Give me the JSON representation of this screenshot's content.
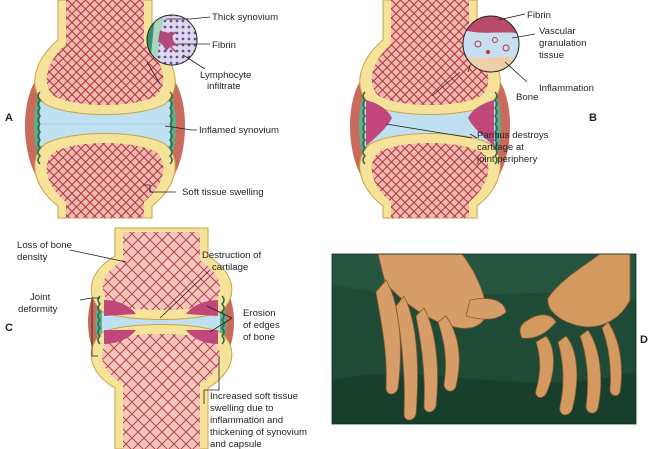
{
  "panels": {
    "a": "A",
    "b": "B",
    "c": "C",
    "d": "D"
  },
  "labels": {
    "a": {
      "thick_synovium": "Thick synovium",
      "fibrin": "Fibrin",
      "lymphocyte_1": "Lymphocyte",
      "lymphocyte_2": "infiltrate",
      "inflamed_synovium": "Inflamed synovium",
      "soft_tissue_swelling": "Soft tissue swelling"
    },
    "b": {
      "fibrin": "Fibrin",
      "vascular_1": "Vascular",
      "vascular_2": "granulation",
      "vascular_3": "tissue",
      "bone": "Bone",
      "inflammation": "Inflammation",
      "pannus_1": "Pannus destroys",
      "pannus_2": "cartilage at",
      "pannus_3": "joint periphery"
    },
    "c": {
      "loss_1": "Loss of bone",
      "loss_2": "density",
      "destruction_1": "Destruction of",
      "destruction_2": "cartilage",
      "deformity_1": "Joint",
      "deformity_2": "deformity",
      "erosion_1": "Erosion",
      "erosion_2": "of edges",
      "erosion_3": "of bone",
      "swelling_1": "Increased soft tissue",
      "swelling_2": "swelling due to",
      "swelling_3": "inflammation and",
      "swelling_4": "thickening of synovium",
      "swelling_5": "and capsule"
    }
  },
  "colors": {
    "bone_fill": "#f2b9b0",
    "bone_mesh": "#b03a3e",
    "cortex": "#f6e39a",
    "cortex_outline": "#c9a24a",
    "capsule": "#c96a5c",
    "synovium": "#5fae8a",
    "joint_space": "#bfe0f0",
    "pannus": "#c1477a",
    "photo_background": "#1f4a36",
    "skin": "#d69d68"
  }
}
